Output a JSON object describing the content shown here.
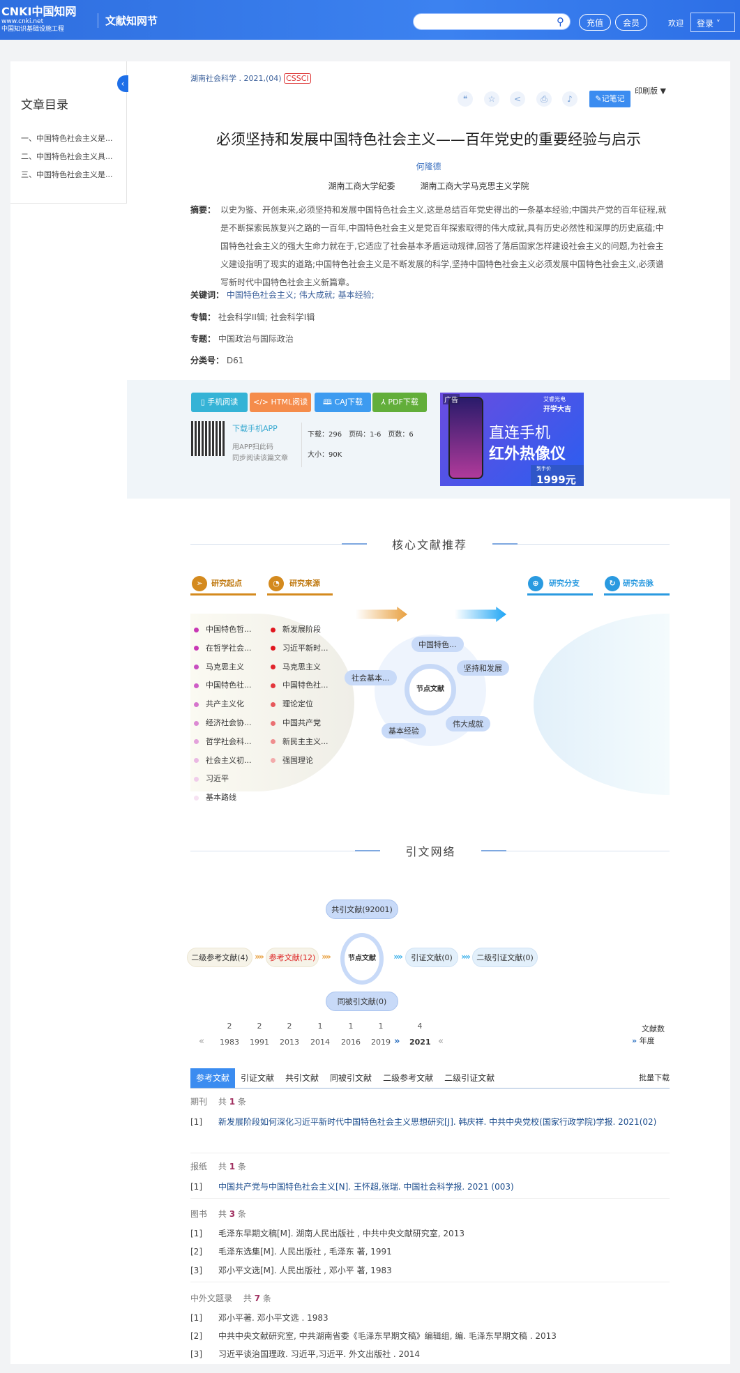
{
  "header": {
    "logo_text": "CNKI中国知网",
    "logo_url": "www.cnki.net",
    "logo_sub": "中国知识基础设施工程",
    "site_title": "文献知网节",
    "search_placeholder": "",
    "search_icon": "search-icon",
    "recharge": "充值",
    "member": "会员",
    "welcome": "欢迎",
    "login": "登录"
  },
  "sidebar": {
    "title": "文章目录",
    "items": [
      "一、中国特色社会主义是...",
      "二、中国特色社会主义具...",
      "三、中国特色社会主义是..."
    ]
  },
  "article": {
    "source": "湖南社会科学",
    "issue": ". 2021,(04)",
    "badge": "CSSCI",
    "print": "印刷版 ▼",
    "note_button": "记笔记",
    "title": "必须坚持和发展中国特色社会主义——百年党史的重要经验与启示",
    "author": "何隆德",
    "affiliations": [
      "湖南工商大学纪委",
      "湖南工商大学马克思主义学院"
    ],
    "abstract_label": "摘要：",
    "abstract": "以史为鉴、开创未来,必须坚持和发展中国特色社会主义,这是总结百年党史得出的一条基本经验;中国共产党的百年征程,就是不断探索民族复兴之路的一百年,中国特色社会主义是党百年探索取得的伟大成就,具有历史必然性和深厚的历史底蕴;中国特色社会主义的强大生命力就在于,它适应了社会基本矛盾运动规律,回答了落后国家怎样建设社会主义的问题,为社会主义建设指明了现实的道路;中国特色社会主义是不断发展的科学,坚持中国特色社会主义必须发展中国特色社会主义,必须谱写新时代中国特色社会主义新篇章。",
    "keywords_label": "关键词：",
    "keywords": [
      "中国特色社会主义;",
      "伟大成就;",
      "基本经验;"
    ],
    "album_label": "专辑：",
    "album": "社会科学II辑; 社会科学I辑",
    "topic_label": "专题：",
    "topic": "中国政治与国际政治",
    "class_label": "分类号：",
    "class": "D61"
  },
  "downloads": {
    "buttons": [
      {
        "label": "手机阅读",
        "color": "#35b3d6"
      },
      {
        "label": "HTML阅读",
        "color": "#f58c4b"
      },
      {
        "label": "CAJ下载",
        "color": "#3d9bf0"
      },
      {
        "label": "PDF下载",
        "color": "#62ae3a"
      }
    ],
    "app_link": "下载手机APP",
    "app_hint1": "用APP扫此码",
    "app_hint2": "同步阅读该篇文章",
    "stats": "下载：296　页码：1-6　页数：6",
    "size": "大小：90K",
    "ad": {
      "tag": "广告",
      "brand": "艾睿光电",
      "promo": "开学大吉",
      "line1": "直连手机",
      "line2": "红外热像仪",
      "price_label": "到手价",
      "price": "1999元"
    }
  },
  "core": {
    "title": "核心文献推荐",
    "start_label": "研究起点",
    "source_label": "研究来源",
    "branch_label": "研究分支",
    "trend_label": "研究去脉",
    "start_items": [
      "中国特色哲...",
      "在哲学社会...",
      "马克思主义",
      "中国特色社...",
      "共产主义化",
      "经济社会协...",
      "哲学社会科...",
      "社会主义初...",
      "习近平",
      "基本路线"
    ],
    "source_items": [
      "新发展阶段",
      "习近平新时...",
      "马克思主义",
      "中国特色社...",
      "理论定位",
      "中国共产党",
      "新民主主义...",
      "强国理论"
    ],
    "node": "节点文献",
    "node_keywords": [
      "中国特色...",
      "坚持和发展",
      "社会基本...",
      "伟大成就",
      "基本经验"
    ]
  },
  "citation": {
    "title": "引文网络",
    "secondary_refs": "二级参考文献(4)",
    "refs": "参考文献(12)",
    "cocited": "共引文献(92001)",
    "node": "节点文献",
    "cocitedby": "同被引文献(0)",
    "citing": "引证文献(0)",
    "secondary_citing": "二级引证文献(0)",
    "years": [
      {
        "year": "1983",
        "count": "2"
      },
      {
        "year": "1991",
        "count": "2"
      },
      {
        "year": "2013",
        "count": "2"
      },
      {
        "year": "2014",
        "count": "1"
      },
      {
        "year": "2016",
        "count": "1"
      },
      {
        "year": "2019",
        "count": "1"
      }
    ],
    "current_year": {
      "year": "2021",
      "count": "4"
    },
    "legend_count": "文献数",
    "legend_year": "年度"
  },
  "tabs": {
    "items": [
      "参考文献",
      "引证文献",
      "共引文献",
      "同被引文献",
      "二级参考文献",
      "二级引证文献"
    ],
    "active": 0,
    "batch": "批量下载"
  },
  "references": [
    {
      "type": "期刊",
      "total_prefix": "共",
      "count": "1",
      "total_suffix": "条",
      "items": [
        {
          "n": "[1]",
          "text": "新发展阶段如何深化习近平新时代中国特色社会主义思想研究[J]. 韩庆祥.  中共中央党校(国家行政学院)学报. 2021(02)"
        }
      ]
    },
    {
      "type": "报纸",
      "total_prefix": "共",
      "count": "1",
      "total_suffix": "条",
      "items": [
        {
          "n": "[1]",
          "text": "中国共产党与中国特色社会主义[N]. 王怀超,张瑞.  中国社会科学报. 2021 (003)"
        }
      ]
    },
    {
      "type": "图书",
      "total_prefix": "共",
      "count": "3",
      "total_suffix": "条",
      "items": [
        {
          "n": "[1]",
          "text": "毛泽东早期文稿[M]. 湖南人民出版社 , 中共中央文献研究室, 2013"
        },
        {
          "n": "[2]",
          "text": "毛泽东选集[M]. 人民出版社 , 毛泽东 著, 1991"
        },
        {
          "n": "[3]",
          "text": "邓小平文选[M]. 人民出版社 , 邓小平 著, 1983"
        }
      ]
    },
    {
      "type": "中外文题录",
      "total_prefix": "共",
      "count": "7",
      "total_suffix": "条",
      "items": [
        {
          "n": "[1]",
          "text": "邓小平著. 邓小平文选 . 1983"
        },
        {
          "n": "[2]",
          "text": "中共中央文献研究室, 中共湖南省委《毛泽东早期文稿》编辑组, 编. 毛泽东早期文稿 . 2013"
        },
        {
          "n": "[3]",
          "text": "习近平谈治国理政. 习近平,习近平. 外文出版社 . 2014"
        }
      ]
    }
  ]
}
